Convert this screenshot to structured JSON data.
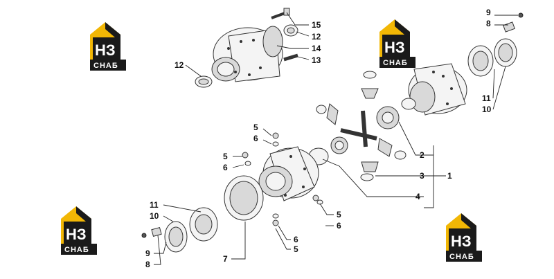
{
  "logo": {
    "mark": "НЗ",
    "word": "СНАБ",
    "accent_color": "#f2b705",
    "dark_color": "#1a1a1a"
  },
  "callouts": [
    "15",
    "12",
    "14",
    "13",
    "12",
    "9",
    "8",
    "11",
    "10",
    "2",
    "3",
    "1",
    "4",
    "5",
    "6",
    "5",
    "6",
    "5",
    "6",
    "11",
    "10",
    "9",
    "8",
    "6",
    "5",
    "7"
  ],
  "colors": {
    "line": "#222222",
    "part_fill": "#f4f4f4",
    "shade": "#d9d9d9"
  }
}
